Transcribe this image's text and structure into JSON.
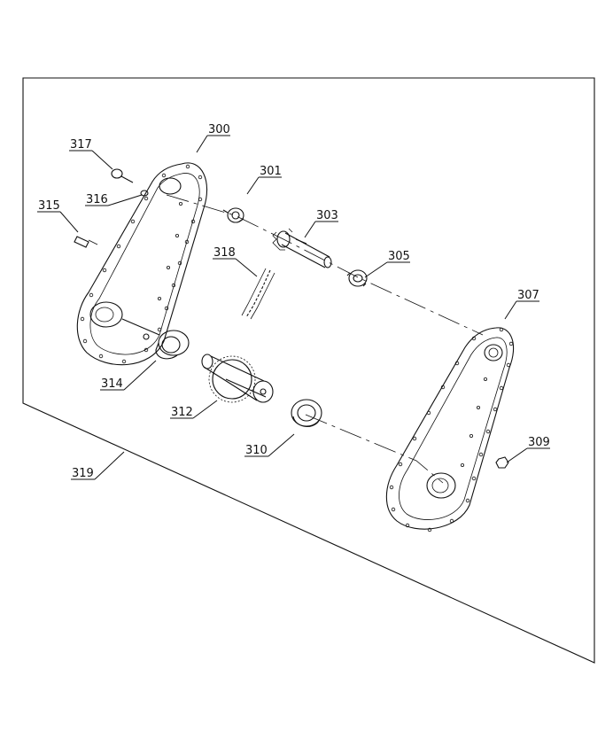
{
  "diagram": {
    "callouts": [
      {
        "id": "c300",
        "text": "300"
      },
      {
        "id": "c301",
        "text": "301"
      },
      {
        "id": "c303",
        "text": "303"
      },
      {
        "id": "c305",
        "text": "305"
      },
      {
        "id": "c307",
        "text": "307"
      },
      {
        "id": "c309",
        "text": "309"
      },
      {
        "id": "c310",
        "text": "310"
      },
      {
        "id": "c312",
        "text": "312"
      },
      {
        "id": "c314",
        "text": "314"
      },
      {
        "id": "c315",
        "text": "315"
      },
      {
        "id": "c316",
        "text": "316"
      },
      {
        "id": "c317",
        "text": "317"
      },
      {
        "id": "c318",
        "text": "318"
      },
      {
        "id": "c319",
        "text": "319"
      }
    ]
  }
}
